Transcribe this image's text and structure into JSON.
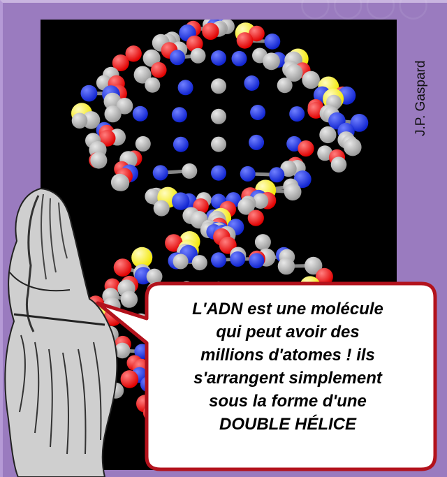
{
  "credit": "J.P. Gaspard",
  "speech_bubble": {
    "lines": [
      "L'ADN est une molécule",
      "qui peut avoir des",
      "millions d'atomes ! ils",
      "s'arrangent simplement",
      "sous la forme d'une",
      "DOUBLE HÉLICE"
    ]
  },
  "colors": {
    "background": "#9a7bbf",
    "panel": "#000000",
    "bubble_fill": "#ffffff",
    "bubble_border": "#b3121c",
    "atom_carbon": "#9a9a9a",
    "atom_oxygen": "#e00000",
    "atom_nitrogen": "#1024d0",
    "atom_phosphorus": "#f2e600"
  }
}
